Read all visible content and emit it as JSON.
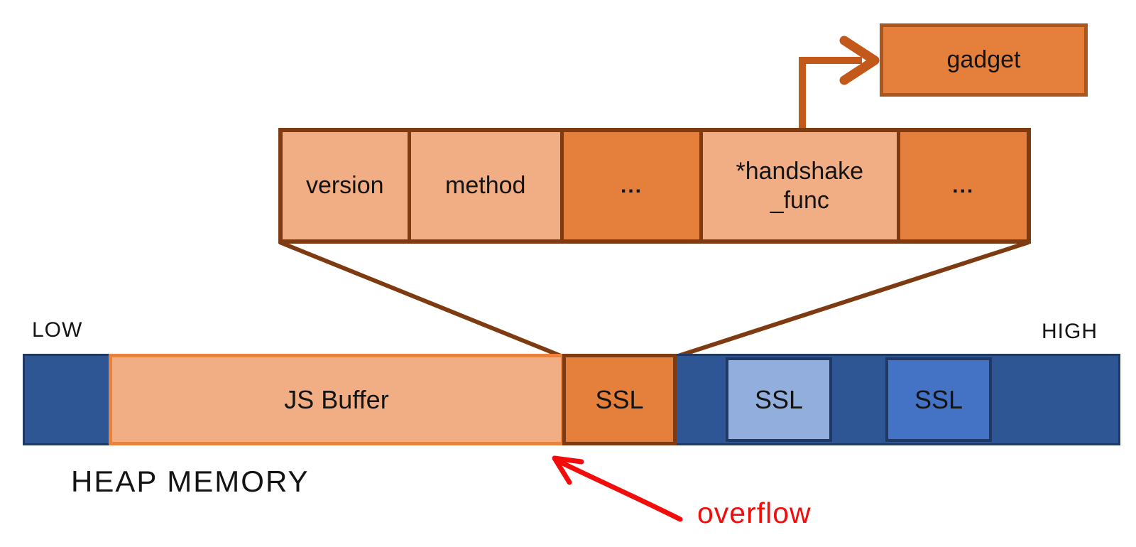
{
  "diagram": {
    "gadget_label": "gadget",
    "struct_cells": [
      {
        "label": "version"
      },
      {
        "label": "method"
      },
      {
        "label": "..."
      },
      {
        "label": "*handshake\n_func"
      },
      {
        "label": "..."
      }
    ],
    "memory": {
      "low_label": "LOW",
      "high_label": "HIGH",
      "heap_label": "HEAP MEMORY",
      "js_buffer_label": "JS Buffer",
      "ssl_overflowed_label": "SSL",
      "ssl_light_label": "SSL",
      "ssl_mid_label": "SSL"
    },
    "annotation": {
      "overflow_label": "overflow"
    },
    "colors": {
      "light_orange": "#F1AE85",
      "orange": "#E8823C",
      "dark_orange": "#E5803C",
      "brown_border": "#7E3A10",
      "gadget_border": "#A9571E",
      "arrow_orange": "#C2591B",
      "navy_fill": "#2F5694",
      "navy_border": "#1F3864",
      "light_blue": "#92AEDC",
      "mid_blue": "#4472C4",
      "red": "#F20D0D",
      "text": "#141414"
    }
  }
}
